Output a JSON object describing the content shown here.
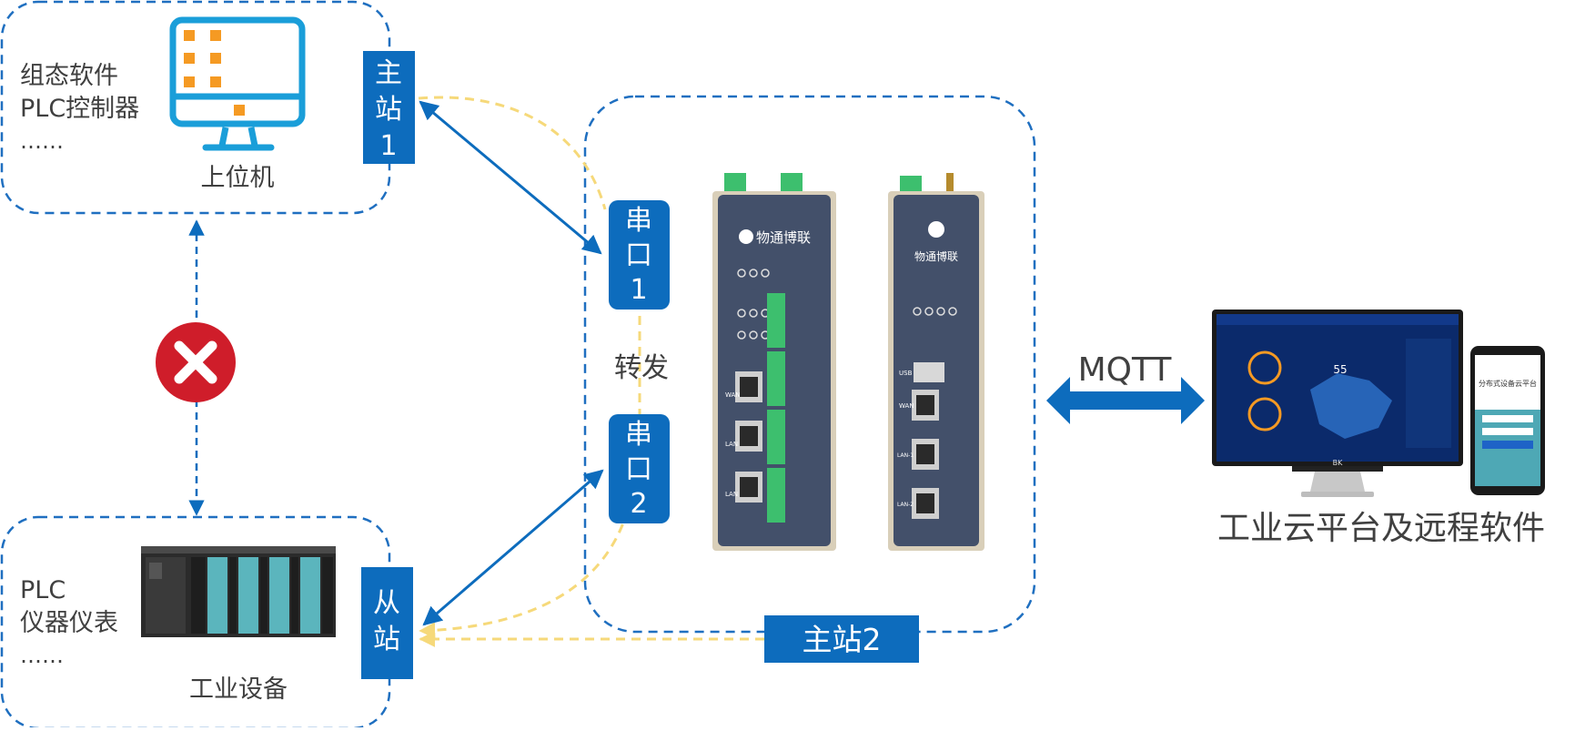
{
  "host": {
    "desc_line1": "组态软件",
    "desc_line2": "PLC控制器",
    "desc_line3": "……",
    "label": "上位机"
  },
  "master1": {
    "chars": [
      "主",
      "站",
      "1"
    ]
  },
  "device": {
    "desc_line1": "PLC",
    "desc_line2": "仪器仪表",
    "desc_line3": "……",
    "label": "工业设备"
  },
  "slave": {
    "chars": [
      "从",
      "站"
    ]
  },
  "gateway": {
    "serial1": [
      "串",
      "口",
      "1"
    ],
    "serial2": [
      "串",
      "口",
      "2"
    ],
    "forward": "转发",
    "master2": "主站2",
    "brand": "物通博联",
    "port_wan": "WAN",
    "port_lan": "LAN",
    "port_usb": "USB",
    "port_lan1": "LAN-1",
    "port_lan2": "LAN-2"
  },
  "protocol": {
    "mqtt": "MQTT"
  },
  "cloud": {
    "label": "工业云平台及远程软件",
    "map_number": "55",
    "phone_title": "分布式设备云平台",
    "monitor_brand": "BK"
  },
  "colors": {
    "blue": "#0d6cbd",
    "dash": "#1f6fc0",
    "yellow": "#f6d97a",
    "error": "#cf1d2a",
    "text": "#404040",
    "orange": "#f59a23"
  }
}
